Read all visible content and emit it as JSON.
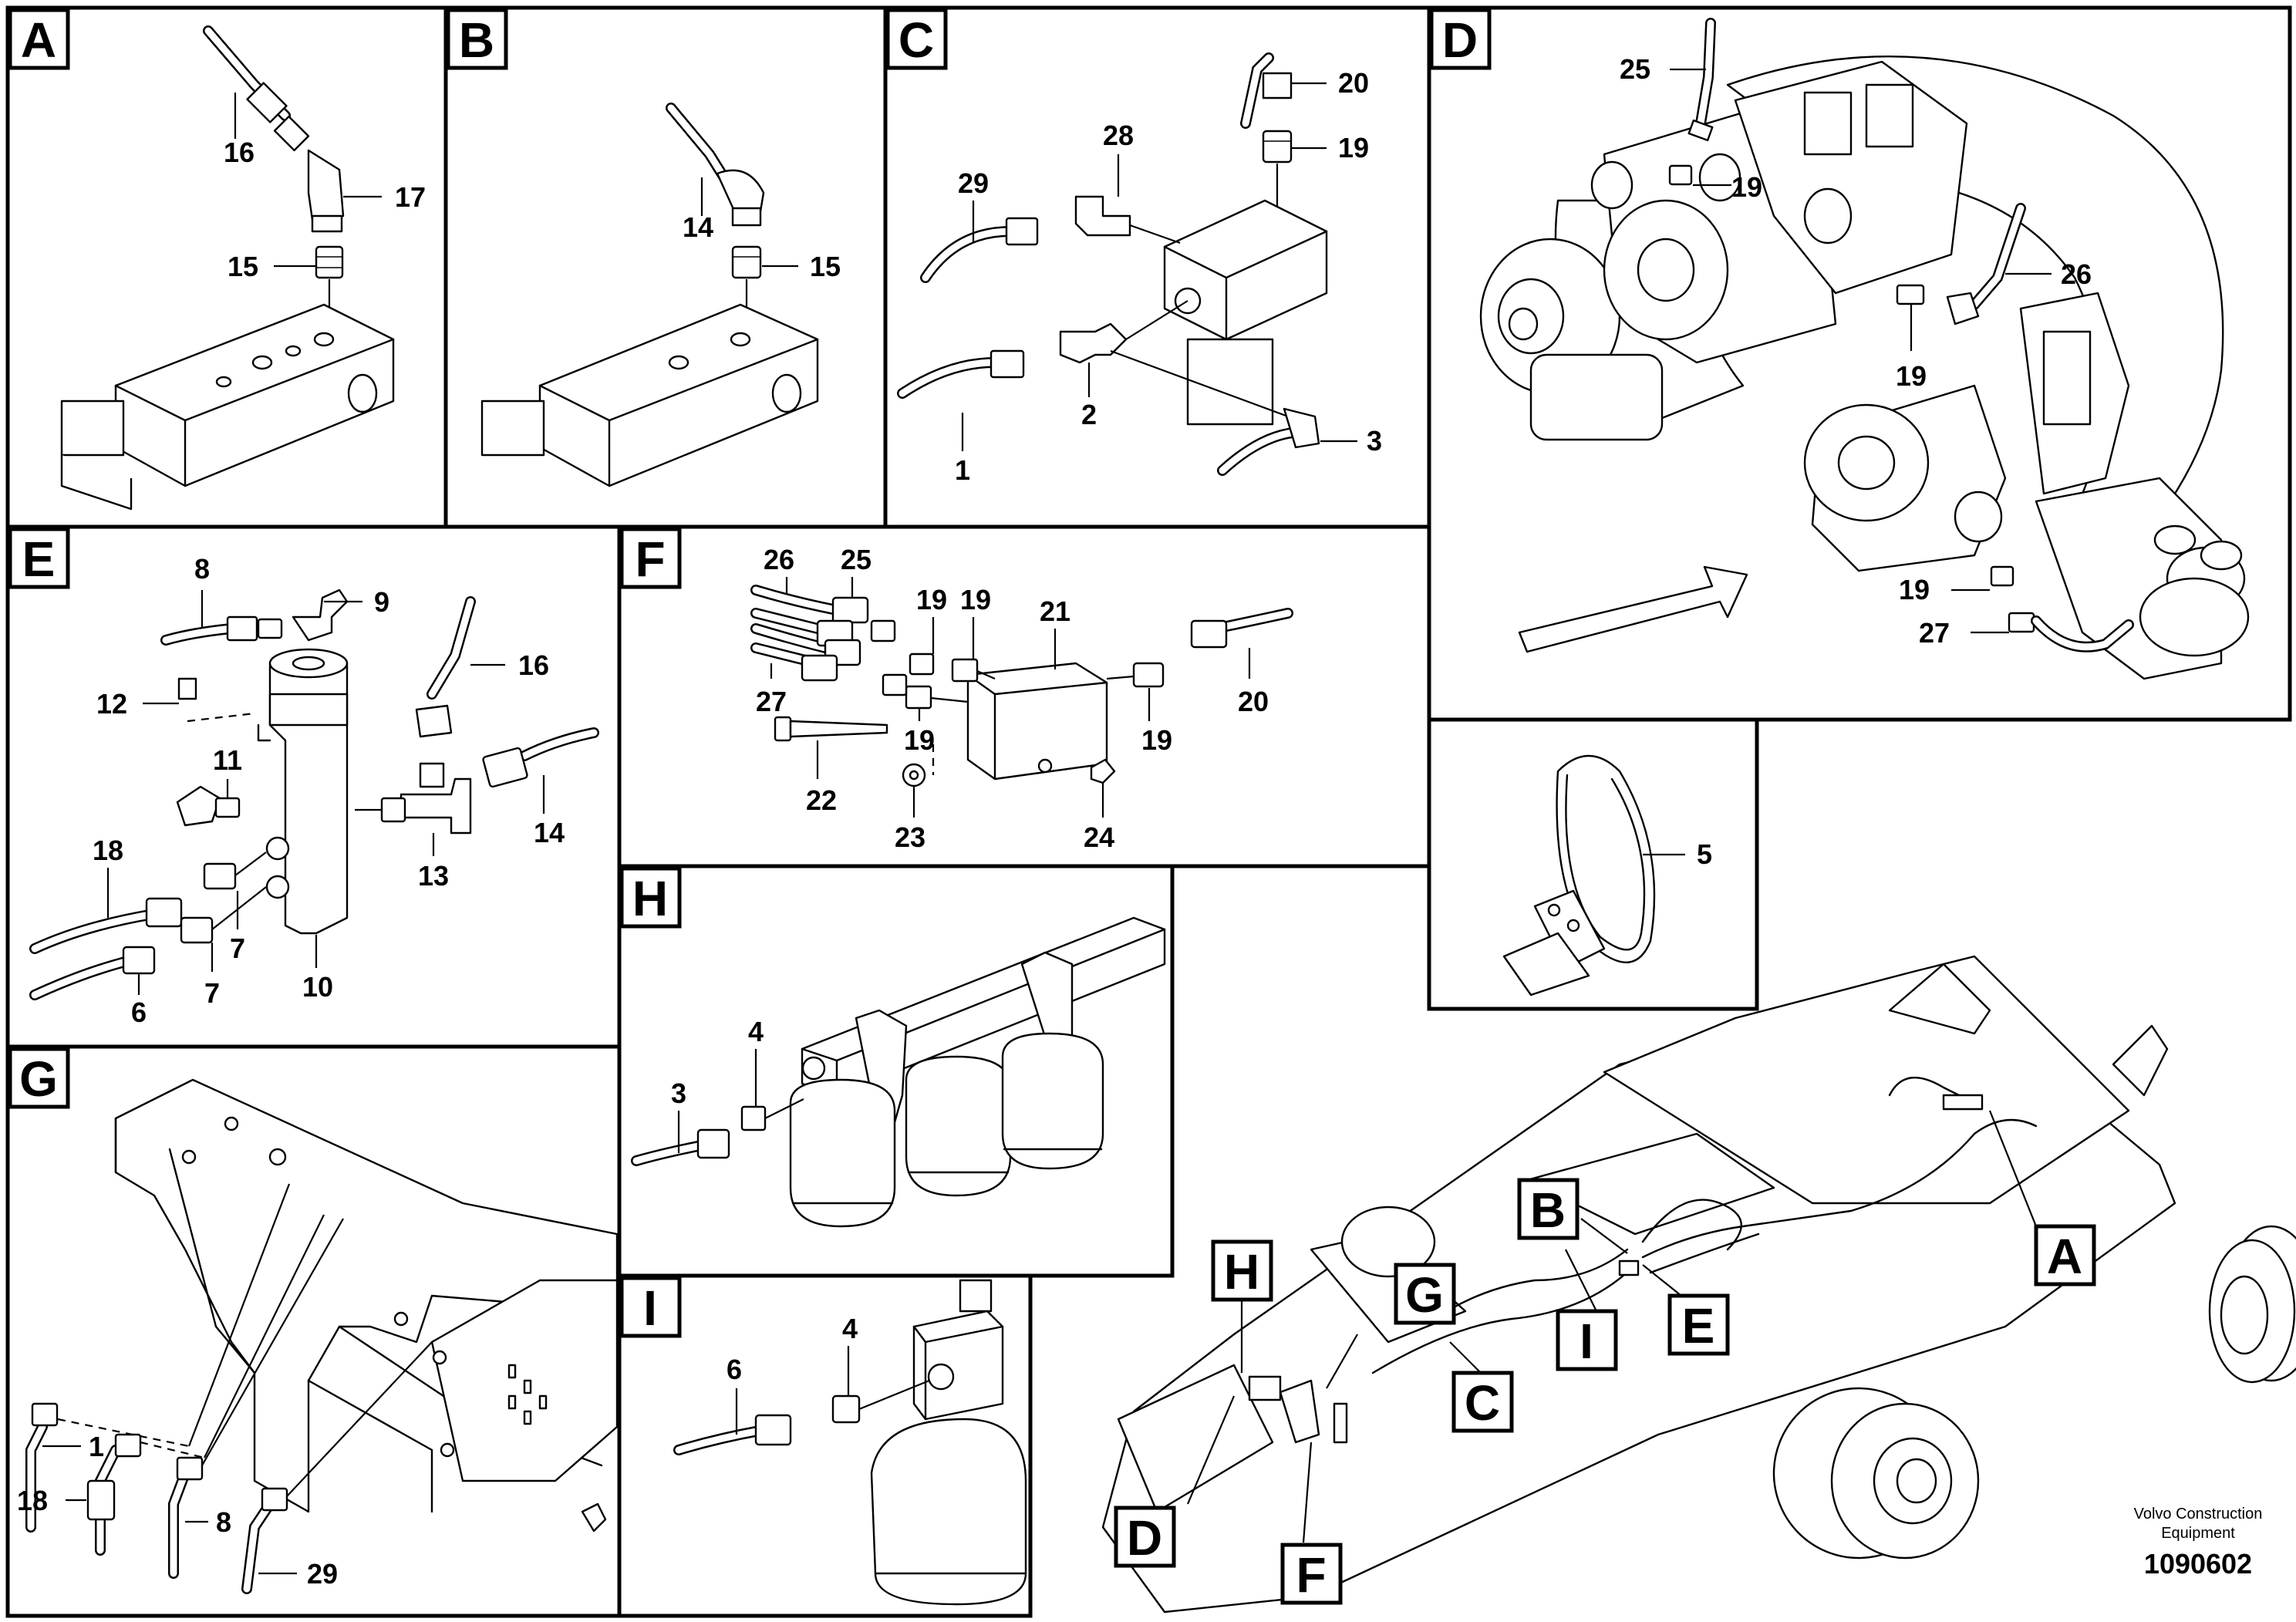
{
  "panels": [
    {
      "id": "A",
      "label": "A"
    },
    {
      "id": "B",
      "label": "B"
    },
    {
      "id": "C",
      "label": "C"
    },
    {
      "id": "D",
      "label": "D"
    },
    {
      "id": "E",
      "label": "E"
    },
    {
      "id": "F",
      "label": "F"
    },
    {
      "id": "G",
      "label": "G"
    },
    {
      "id": "H",
      "label": "H"
    },
    {
      "id": "I",
      "label": "I"
    }
  ],
  "callouts": {
    "A": [
      "16",
      "17",
      "15"
    ],
    "B": [
      "14",
      "15"
    ],
    "C": [
      "20",
      "19",
      "28",
      "29",
      "2",
      "1",
      "3"
    ],
    "D": [
      "25",
      "19",
      "26",
      "19",
      "19",
      "27"
    ],
    "E": [
      "8",
      "9",
      "16",
      "12",
      "11",
      "14",
      "13",
      "18",
      "7",
      "7",
      "6",
      "10"
    ],
    "F": [
      "26",
      "25",
      "19",
      "19",
      "21",
      "27",
      "19",
      "20",
      "19",
      "22",
      "23",
      "24"
    ],
    "G": [
      "1",
      "18",
      "8",
      "29"
    ],
    "H": [
      "3",
      "4"
    ],
    "I": [
      "6",
      "4"
    ],
    "detail5": [
      "5"
    ]
  },
  "overview_tags": [
    "B",
    "A",
    "H",
    "G",
    "E",
    "I",
    "C",
    "D",
    "F"
  ],
  "footer": {
    "maker_line1": "Volvo Construction",
    "maker_line2": "Equipment",
    "doc_number": "1090602"
  }
}
